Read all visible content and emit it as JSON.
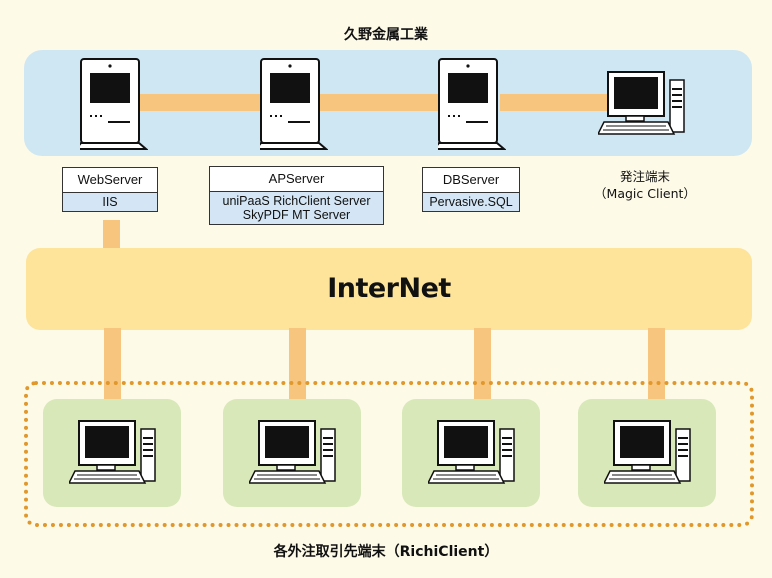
{
  "company": {
    "title": "久野金属工業"
  },
  "servers": [
    {
      "name": "WebServer",
      "software": [
        "IIS"
      ]
    },
    {
      "name": "APServer",
      "software": [
        "uniPaaS RichClient Server",
        "SkyPDF MT Server"
      ]
    },
    {
      "name": "DBServer",
      "software": [
        "Pervasive.SQL"
      ]
    }
  ],
  "magic_client": {
    "line1": "発注端末",
    "line2": "（Magic Client）"
  },
  "internet": {
    "label": "InterNet"
  },
  "clients": {
    "label": "各外注取引先端末（RichiClient）",
    "count": 4
  },
  "colors": {
    "lan": "#cfe6f3",
    "connector": "#f7c57d",
    "internet": "#fde49a",
    "client_card": "#d8e8b8",
    "dotted_border": "#e0972b"
  }
}
